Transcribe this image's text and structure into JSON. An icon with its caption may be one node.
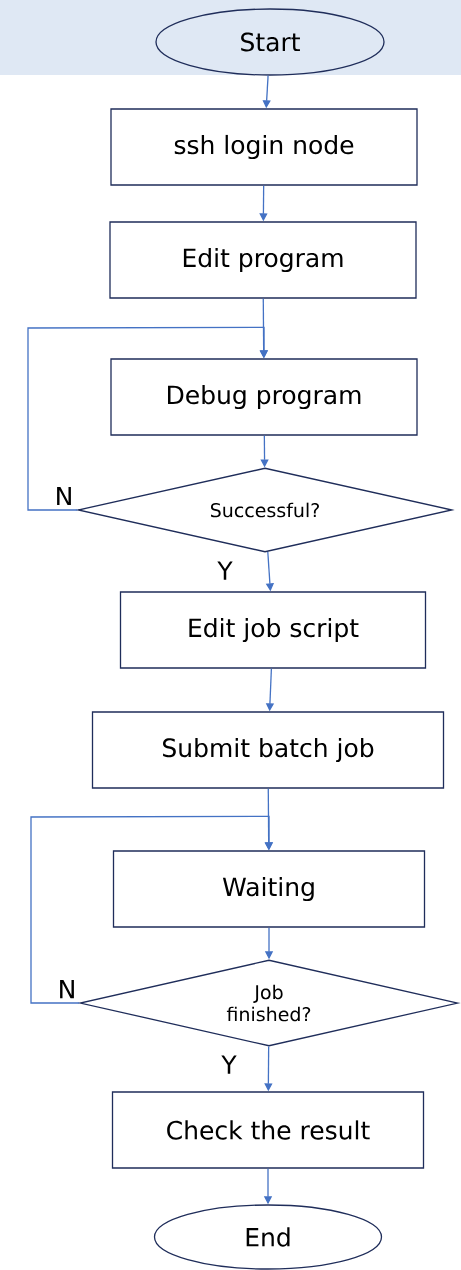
{
  "diagram": {
    "nodes": [
      {
        "text": [
          "Start"
        ]
      },
      {
        "text": [
          "ssh login node"
        ]
      },
      {
        "text": [
          "Edit program"
        ]
      },
      {
        "text": [
          "Debug program"
        ]
      },
      {
        "text": [
          "Successful?"
        ]
      },
      {
        "text": [
          "Edit job script"
        ]
      },
      {
        "text": [
          "Submit batch  job"
        ]
      },
      {
        "text": [
          "Waiting"
        ]
      },
      {
        "text": [
          "Job finished?"
        ]
      },
      {
        "text": [
          "Check the result"
        ]
      },
      {
        "text": [
          "End"
        ]
      }
    ],
    "edges": [
      {
        "from": 0,
        "to": 1,
        "arrow": "to"
      },
      {
        "from": 1,
        "to": 2,
        "arrow": "to"
      },
      {
        "from": 2,
        "to": 3,
        "arrow": "to"
      },
      {
        "from": 3,
        "to": 4,
        "arrow": "to"
      },
      {
        "from": 4,
        "to": 5,
        "arrow": "to",
        "label": "Y"
      },
      {
        "from": 4,
        "to": 3,
        "arrow": "to",
        "label": "N"
      },
      {
        "from": 5,
        "to": 6,
        "arrow": "to"
      },
      {
        "from": 6,
        "to": 7,
        "arrow": "to"
      },
      {
        "from": 7,
        "to": 8,
        "arrow": "to"
      },
      {
        "from": 8,
        "to": 9,
        "arrow": "to",
        "label": "Y"
      },
      {
        "from": 8,
        "to": 7,
        "arrow": "to",
        "label": "N"
      },
      {
        "from": 9,
        "to": 10,
        "arrow": "to"
      }
    ]
  }
}
